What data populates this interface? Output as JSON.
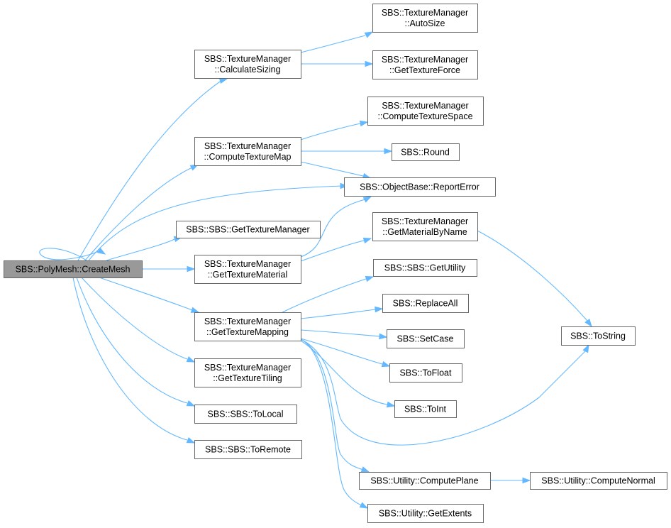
{
  "graph": {
    "nodes": [
      {
        "id": "create_mesh",
        "name": "node-create-mesh",
        "lines": [
          "SBS::PolyMesh::CreateMesh"
        ],
        "root": true
      },
      {
        "id": "calculate_sizing",
        "name": "node-calculate-sizing",
        "lines": [
          "SBS::TextureManager",
          "::CalculateSizing"
        ]
      },
      {
        "id": "auto_size",
        "name": "node-auto-size",
        "lines": [
          "SBS::TextureManager",
          "::AutoSize"
        ]
      },
      {
        "id": "get_texture_force",
        "name": "node-get-texture-force",
        "lines": [
          "SBS::TextureManager",
          "::GetTextureForce"
        ]
      },
      {
        "id": "compute_texture_space",
        "name": "node-compute-texture-space",
        "lines": [
          "SBS::TextureManager",
          "::ComputeTextureSpace"
        ]
      },
      {
        "id": "compute_texture_map",
        "name": "node-compute-texture-map",
        "lines": [
          "SBS::TextureManager",
          "::ComputeTextureMap"
        ]
      },
      {
        "id": "round",
        "name": "node-round",
        "lines": [
          "SBS::Round"
        ]
      },
      {
        "id": "report_error",
        "name": "node-report-error",
        "lines": [
          "SBS::ObjectBase::ReportError"
        ]
      },
      {
        "id": "get_texture_manager",
        "name": "node-get-texture-manager",
        "lines": [
          "SBS::SBS::GetTextureManager"
        ]
      },
      {
        "id": "get_material_by_name",
        "name": "node-get-material-by-name",
        "lines": [
          "SBS::TextureManager",
          "::GetMaterialByName"
        ]
      },
      {
        "id": "get_texture_material",
        "name": "node-get-texture-material",
        "lines": [
          "SBS::TextureManager",
          "::GetTextureMaterial"
        ]
      },
      {
        "id": "get_utility",
        "name": "node-get-utility",
        "lines": [
          "SBS::SBS::GetUtility"
        ]
      },
      {
        "id": "replace_all",
        "name": "node-replace-all",
        "lines": [
          "SBS::ReplaceAll"
        ]
      },
      {
        "id": "get_texture_mapping",
        "name": "node-get-texture-mapping",
        "lines": [
          "SBS::TextureManager",
          "::GetTextureMapping"
        ]
      },
      {
        "id": "set_case",
        "name": "node-set-case",
        "lines": [
          "SBS::SetCase"
        ]
      },
      {
        "id": "to_string",
        "name": "node-to-string",
        "lines": [
          "SBS::ToString"
        ]
      },
      {
        "id": "to_float",
        "name": "node-to-float",
        "lines": [
          "SBS::ToFloat"
        ]
      },
      {
        "id": "get_texture_tiling",
        "name": "node-get-texture-tiling",
        "lines": [
          "SBS::TextureManager",
          "::GetTextureTiling"
        ]
      },
      {
        "id": "to_int",
        "name": "node-to-int",
        "lines": [
          "SBS::ToInt"
        ]
      },
      {
        "id": "to_local",
        "name": "node-to-local",
        "lines": [
          "SBS::SBS::ToLocal"
        ]
      },
      {
        "id": "to_remote",
        "name": "node-to-remote",
        "lines": [
          "SBS::SBS::ToRemote"
        ]
      },
      {
        "id": "compute_plane",
        "name": "node-compute-plane",
        "lines": [
          "SBS::Utility::ComputePlane"
        ]
      },
      {
        "id": "compute_normal",
        "name": "node-compute-normal",
        "lines": [
          "SBS::Utility::ComputeNormal"
        ]
      },
      {
        "id": "get_extents",
        "name": "node-get-extents",
        "lines": [
          "SBS::Utility::GetExtents"
        ]
      }
    ],
    "edges": [
      {
        "from": "create_mesh",
        "to": "create_mesh"
      },
      {
        "from": "create_mesh",
        "to": "calculate_sizing"
      },
      {
        "from": "create_mesh",
        "to": "compute_texture_map"
      },
      {
        "from": "create_mesh",
        "to": "report_error"
      },
      {
        "from": "create_mesh",
        "to": "get_texture_manager"
      },
      {
        "from": "create_mesh",
        "to": "get_texture_material"
      },
      {
        "from": "create_mesh",
        "to": "get_texture_mapping"
      },
      {
        "from": "create_mesh",
        "to": "get_texture_tiling"
      },
      {
        "from": "create_mesh",
        "to": "to_local"
      },
      {
        "from": "create_mesh",
        "to": "to_remote"
      },
      {
        "from": "calculate_sizing",
        "to": "auto_size"
      },
      {
        "from": "calculate_sizing",
        "to": "get_texture_force"
      },
      {
        "from": "compute_texture_map",
        "to": "compute_texture_space"
      },
      {
        "from": "compute_texture_map",
        "to": "round"
      },
      {
        "from": "compute_texture_map",
        "to": "report_error"
      },
      {
        "from": "get_texture_material",
        "to": "report_error"
      },
      {
        "from": "get_texture_material",
        "to": "get_material_by_name"
      },
      {
        "from": "get_material_by_name",
        "to": "to_string"
      },
      {
        "from": "get_texture_mapping",
        "to": "get_utility"
      },
      {
        "from": "get_texture_mapping",
        "to": "replace_all"
      },
      {
        "from": "get_texture_mapping",
        "to": "set_case"
      },
      {
        "from": "get_texture_mapping",
        "to": "to_float"
      },
      {
        "from": "get_texture_mapping",
        "to": "to_int"
      },
      {
        "from": "get_texture_mapping",
        "to": "to_string"
      },
      {
        "from": "get_texture_mapping",
        "to": "compute_plane"
      },
      {
        "from": "get_texture_mapping",
        "to": "get_extents"
      },
      {
        "from": "compute_plane",
        "to": "compute_normal"
      }
    ]
  }
}
